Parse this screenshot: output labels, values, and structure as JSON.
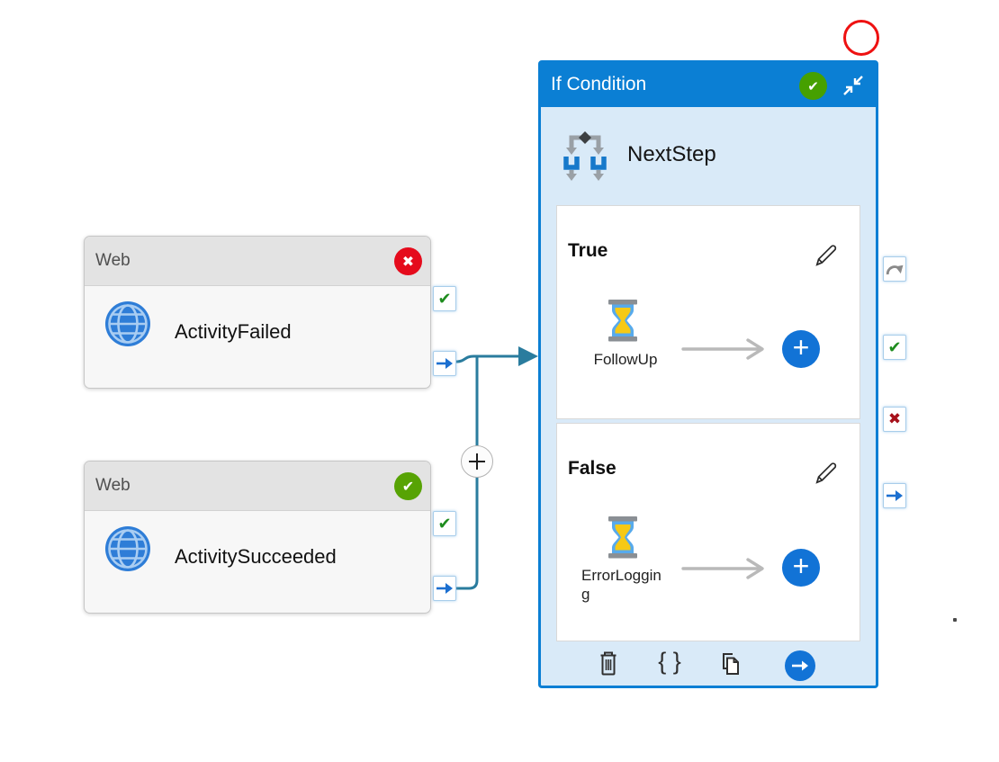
{
  "icons": {
    "check_glyph": "✔",
    "cross_glyph": "✖",
    "plus_glyph": "+",
    "braces_glyph": "{ }"
  },
  "colors": {
    "header_blue": "#0b7fd4",
    "panel_bg": "#d9eaf8",
    "connector_teal": "#2a7c9e",
    "success_green_badge": "#46a000",
    "failed_red_badge": "#e50b1c",
    "port_check_green": "#1e8c1e",
    "port_cross_red": "#a6111b",
    "port_arrow_blue": "#1b6fd0",
    "add_button_blue": "#1273d6"
  },
  "web_activities": [
    {
      "type_label": "Web",
      "name": "ActivityFailed",
      "status": "failed"
    },
    {
      "type_label": "Web",
      "name": "ActivitySucceeded",
      "status": "succeeded"
    }
  ],
  "if_condition": {
    "header_title": "If Condition",
    "status": "succeeded",
    "activity_name": "NextStep",
    "branches": [
      {
        "label": "True",
        "activity_name": "FollowUp",
        "activity_type": "wait"
      },
      {
        "label": "False",
        "activity_name": "ErrorLogging",
        "activity_type": "wait"
      }
    ]
  }
}
